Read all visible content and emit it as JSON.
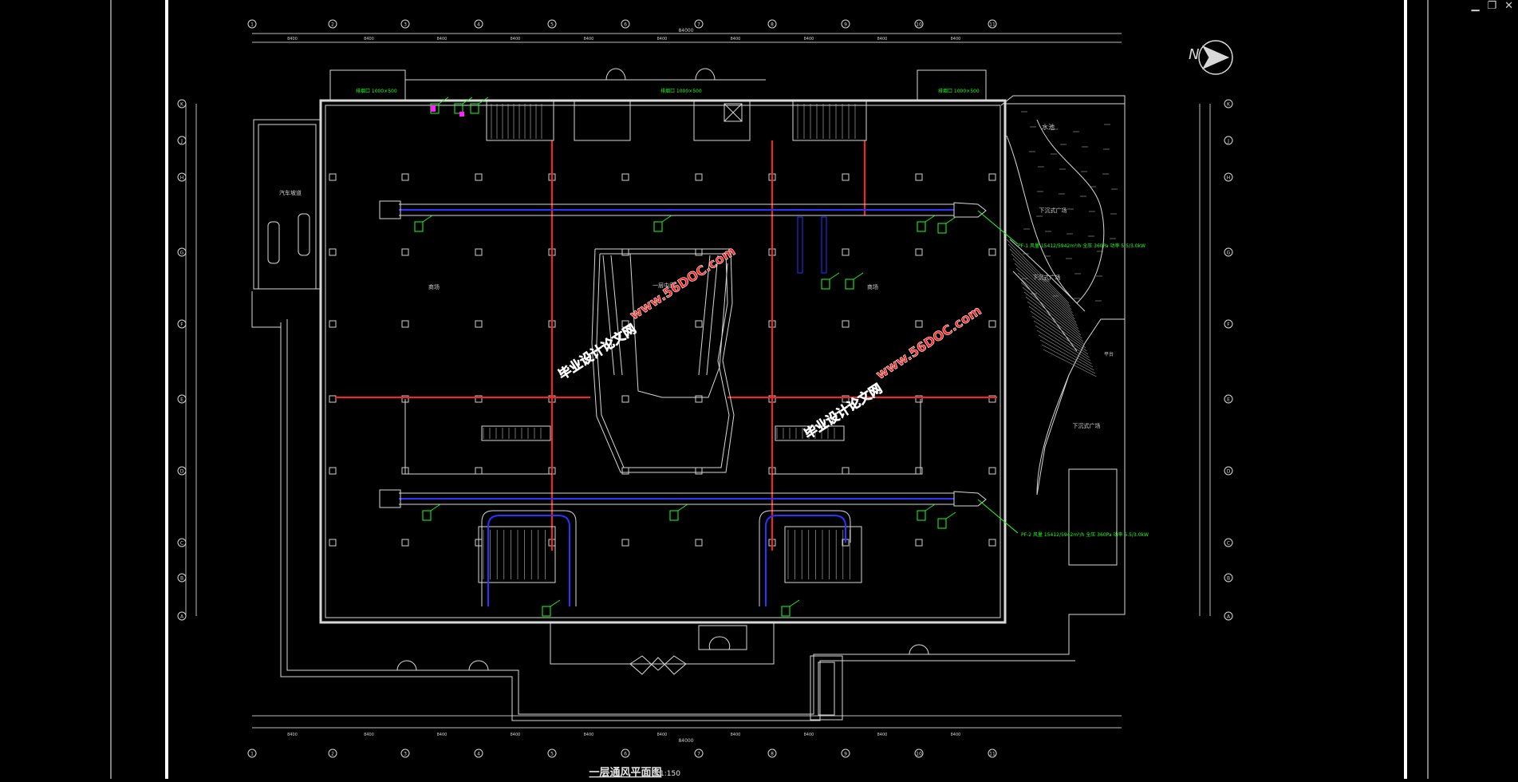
{
  "window": {
    "minimize_glyph": "▁",
    "restore_glyph": "❐",
    "close_glyph": "✕"
  },
  "drawing": {
    "title": "一层通风平面图",
    "scale": "1:150",
    "north_label": "N",
    "watermark_primary": "毕业设计论文网",
    "watermark_url": "www.56DOC.com",
    "axis_top": [
      "1",
      "2",
      "3",
      "4",
      "5",
      "6",
      "7",
      "8",
      "9",
      "10",
      "11"
    ],
    "axis_bottom": [
      "1",
      "2",
      "3",
      "4",
      "5",
      "6",
      "7",
      "8",
      "9",
      "10",
      "11"
    ],
    "axis_left": [
      "K",
      "J",
      "H",
      "G",
      "F",
      "E",
      "D",
      "C",
      "B",
      "A"
    ],
    "axis_right": [
      "K",
      "J",
      "H",
      "G",
      "F",
      "E",
      "D",
      "C",
      "B",
      "A"
    ],
    "dims_top": [
      "8400",
      "8400",
      "8400",
      "8400",
      "8400",
      "8400",
      "8400",
      "8400",
      "8400",
      "8400"
    ],
    "dims_bottom": [
      "8400",
      "8400",
      "8400",
      "8400",
      "8400",
      "8400",
      "8400",
      "8400",
      "8400",
      "8400"
    ],
    "overall_dim": "84000",
    "room_labels": {
      "atrium": "一层中庭",
      "shop_left": "商场",
      "shop_right": "商场",
      "garage": "汽车坡道",
      "sunken_plaza_1": "下沉式广场",
      "sunken_plaza_2": "下沉式广场",
      "sunken_plaza_3": "下沉式广场",
      "water": "水池",
      "platform": "平台"
    },
    "equipment_notes": {
      "fan_top": "PF-1  风量 15412/5942m³/h  全压 360Pa  功率 5.5/3.0kW",
      "fan_bottom": "PF-2  风量 15412/5942m³/h  全压 360Pa  功率 5.5/3.0kW",
      "exhaust_top_left": "排烟口 1000×500",
      "exhaust_top_mid": "排烟口 1000×500",
      "exhaust_top_right": "排烟口 1000×500"
    }
  },
  "colors": {
    "background": "#000000",
    "line": "#d8d8d8",
    "axis_grid": "#ff2020",
    "duct_blue": "#2a33ff",
    "annotation": "#20ff20",
    "watermark": "#ff2020",
    "magenta": "#ff20ff",
    "frame": "#ffffff"
  }
}
